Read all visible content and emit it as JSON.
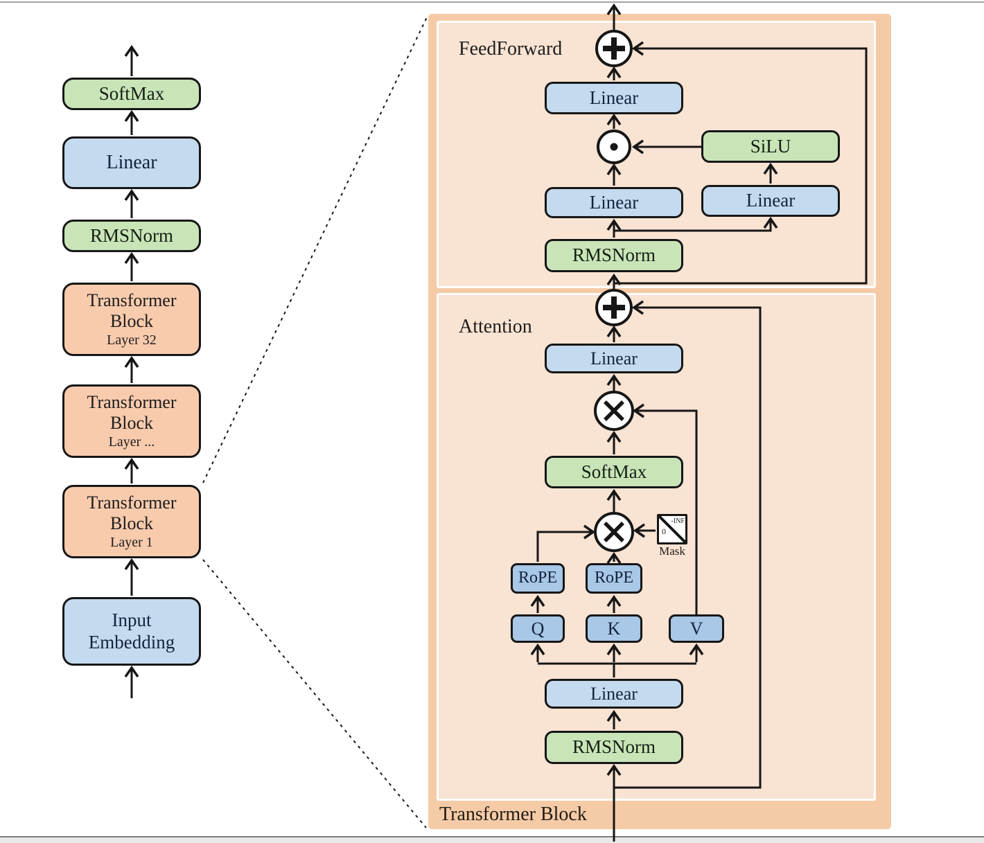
{
  "palette": {
    "box_blue": "#c4daee",
    "box_blue_dark": "#a9c7e6",
    "box_green": "#c9e5b8",
    "box_orange": "#f8cbad",
    "panel_outer": "#f5cba7",
    "panel_inner": "#f9e3d2",
    "wire": "#161616"
  },
  "left_column": {
    "softmax_label": "SoftMax",
    "linear_label": "Linear",
    "rmsnorm_label": "RMSNorm",
    "block_line1": "Transformer",
    "block_line2": "Block",
    "block_layer_top": "Layer 32",
    "block_layer_mid": "Layer ...",
    "block_layer_bottom": "Layer 1",
    "input_line1": "Input",
    "input_line2": "Embedding"
  },
  "panel": {
    "title": "Transformer Block",
    "feedforward": {
      "section_label": "FeedForward",
      "linear_out": "Linear",
      "silu": "SiLU",
      "linear_left": "Linear",
      "linear_right": "Linear",
      "rmsnorm": "RMSNorm"
    },
    "attention": {
      "section_label": "Attention",
      "linear_out": "Linear",
      "softmax": "SoftMax",
      "rope_q": "RoPE",
      "rope_k": "RoPE",
      "q": "Q",
      "k": "K",
      "v": "V",
      "mask_neg_inf": "-INF",
      "mask_zero": "0",
      "mask_label": "Mask",
      "linear_in": "Linear",
      "rmsnorm": "RMSNorm"
    }
  }
}
